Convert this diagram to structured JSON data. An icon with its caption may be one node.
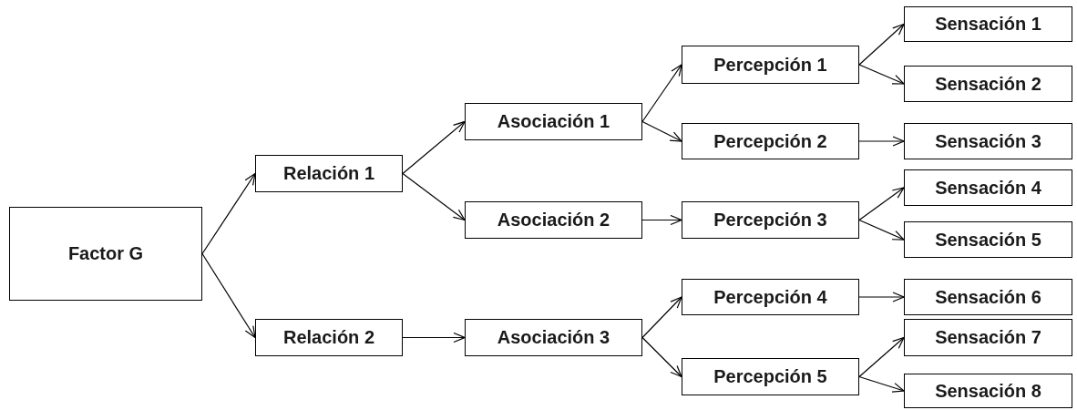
{
  "diagram": {
    "nodes": [
      {
        "text": [
          "Factor G"
        ]
      },
      {
        "text": [
          "Relación 1"
        ]
      },
      {
        "text": [
          "Relación 2"
        ]
      },
      {
        "text": [
          "Asociación 1"
        ]
      },
      {
        "text": [
          "Asociación 2"
        ]
      },
      {
        "text": [
          "Asociación 3"
        ]
      },
      {
        "text": [
          "Percepción 1"
        ]
      },
      {
        "text": [
          "Percepción 2"
        ]
      },
      {
        "text": [
          "Percepción 3"
        ]
      },
      {
        "text": [
          "Percepción 4"
        ]
      },
      {
        "text": [
          "Percepción 5"
        ]
      },
      {
        "text": [
          "Sensación 1"
        ]
      },
      {
        "text": [
          "Sensación 2"
        ]
      },
      {
        "text": [
          "Sensación 3"
        ]
      },
      {
        "text": [
          "Sensación 4"
        ]
      },
      {
        "text": [
          "Sensación 5"
        ]
      },
      {
        "text": [
          "Sensación 6"
        ]
      },
      {
        "text": [
          "Sensación 7"
        ]
      },
      {
        "text": [
          "Sensación 8"
        ]
      }
    ],
    "edges": [
      {
        "from": 0,
        "to": 1,
        "arrow": "to"
      },
      {
        "from": 0,
        "to": 2,
        "arrow": "to"
      },
      {
        "from": 1,
        "to": 3,
        "arrow": "to"
      },
      {
        "from": 1,
        "to": 4,
        "arrow": "to"
      },
      {
        "from": 2,
        "to": 5,
        "arrow": "to"
      },
      {
        "from": 3,
        "to": 6,
        "arrow": "to"
      },
      {
        "from": 3,
        "to": 7,
        "arrow": "to"
      },
      {
        "from": 4,
        "to": 8,
        "arrow": "to"
      },
      {
        "from": 5,
        "to": 9,
        "arrow": "to"
      },
      {
        "from": 5,
        "to": 10,
        "arrow": "to"
      },
      {
        "from": 6,
        "to": 11,
        "arrow": "to"
      },
      {
        "from": 6,
        "to": 12,
        "arrow": "to"
      },
      {
        "from": 7,
        "to": 13,
        "arrow": "to"
      },
      {
        "from": 8,
        "to": 14,
        "arrow": "to"
      },
      {
        "from": 8,
        "to": 15,
        "arrow": "to"
      },
      {
        "from": 9,
        "to": 16,
        "arrow": "to"
      },
      {
        "from": 10,
        "to": 17,
        "arrow": "to"
      },
      {
        "from": 10,
        "to": 18,
        "arrow": "to"
      }
    ]
  }
}
